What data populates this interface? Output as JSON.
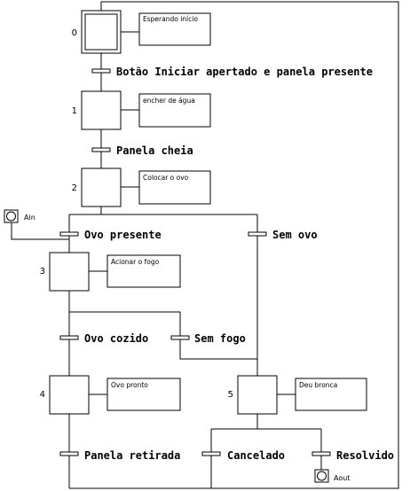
{
  "steps": [
    {
      "number": "0",
      "action": "Esperando início"
    },
    {
      "number": "1",
      "action": "encher de água"
    },
    {
      "number": "2",
      "action": "Colocar o ovo"
    },
    {
      "number": "3",
      "action": "Acionar o fogo"
    },
    {
      "number": "4",
      "action": "Ovo pronto"
    },
    {
      "number": "5",
      "action": "Deu bronca"
    }
  ],
  "transitions": [
    {
      "label": "Botão Iniciar apertado e panela presente"
    },
    {
      "label": "Panela cheia"
    },
    {
      "label": "Ovo presente"
    },
    {
      "label": "Sem ovo"
    },
    {
      "label": "Ovo cozido"
    },
    {
      "label": "Sem fogo"
    },
    {
      "label": "Panela retirada"
    },
    {
      "label": "Cancelado"
    },
    {
      "label": "Resolvido"
    }
  ],
  "connectors": {
    "in_label": "Ain",
    "out_label": "Aout"
  }
}
